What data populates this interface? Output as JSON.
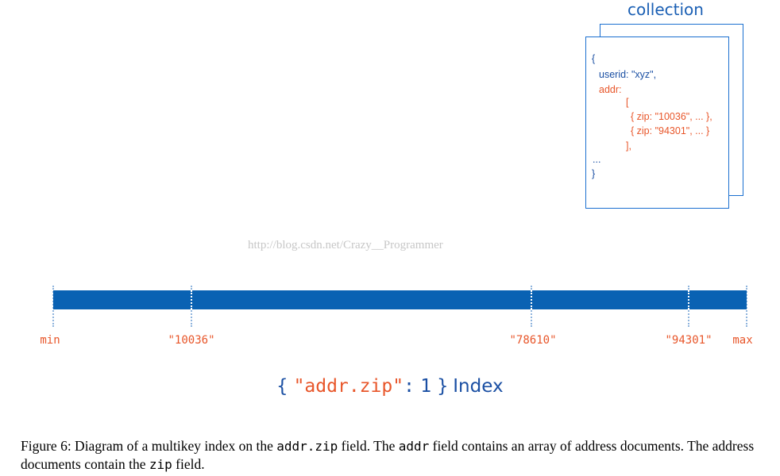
{
  "collection": {
    "title": "collection",
    "document_lines": [
      "{",
      "userid: \"xyz\",",
      "addr:",
      "[",
      "{ zip: \"10036\", ... },",
      "{ zip: \"94301\", ... }",
      "],",
      "...",
      "}"
    ]
  },
  "watermark": "http://blog.csdn.net/Crazy__Programmer",
  "index_bar": {
    "labels": [
      "min",
      "\"10036\"",
      "\"78610\"",
      "\"94301\"",
      "max"
    ]
  },
  "index_spec": {
    "open_brace": "{",
    "field": "\"addr.zip\"",
    "colon": ":",
    "value": "1",
    "close_brace": "}",
    "word": "Index"
  },
  "caption": {
    "part1": "Figure 6: Diagram of a multikey index on the ",
    "code1": "addr.zip",
    "part2": " field. The ",
    "code2": "addr",
    "part3": " field contains an array of address documents. The address documents contain the ",
    "code3": "zip",
    "part4": " field."
  },
  "colors": {
    "bar_blue": "#0a62b3",
    "text_blue": "#1a4fa3",
    "orange": "#e8562a",
    "border_blue": "#1a6fd0"
  }
}
